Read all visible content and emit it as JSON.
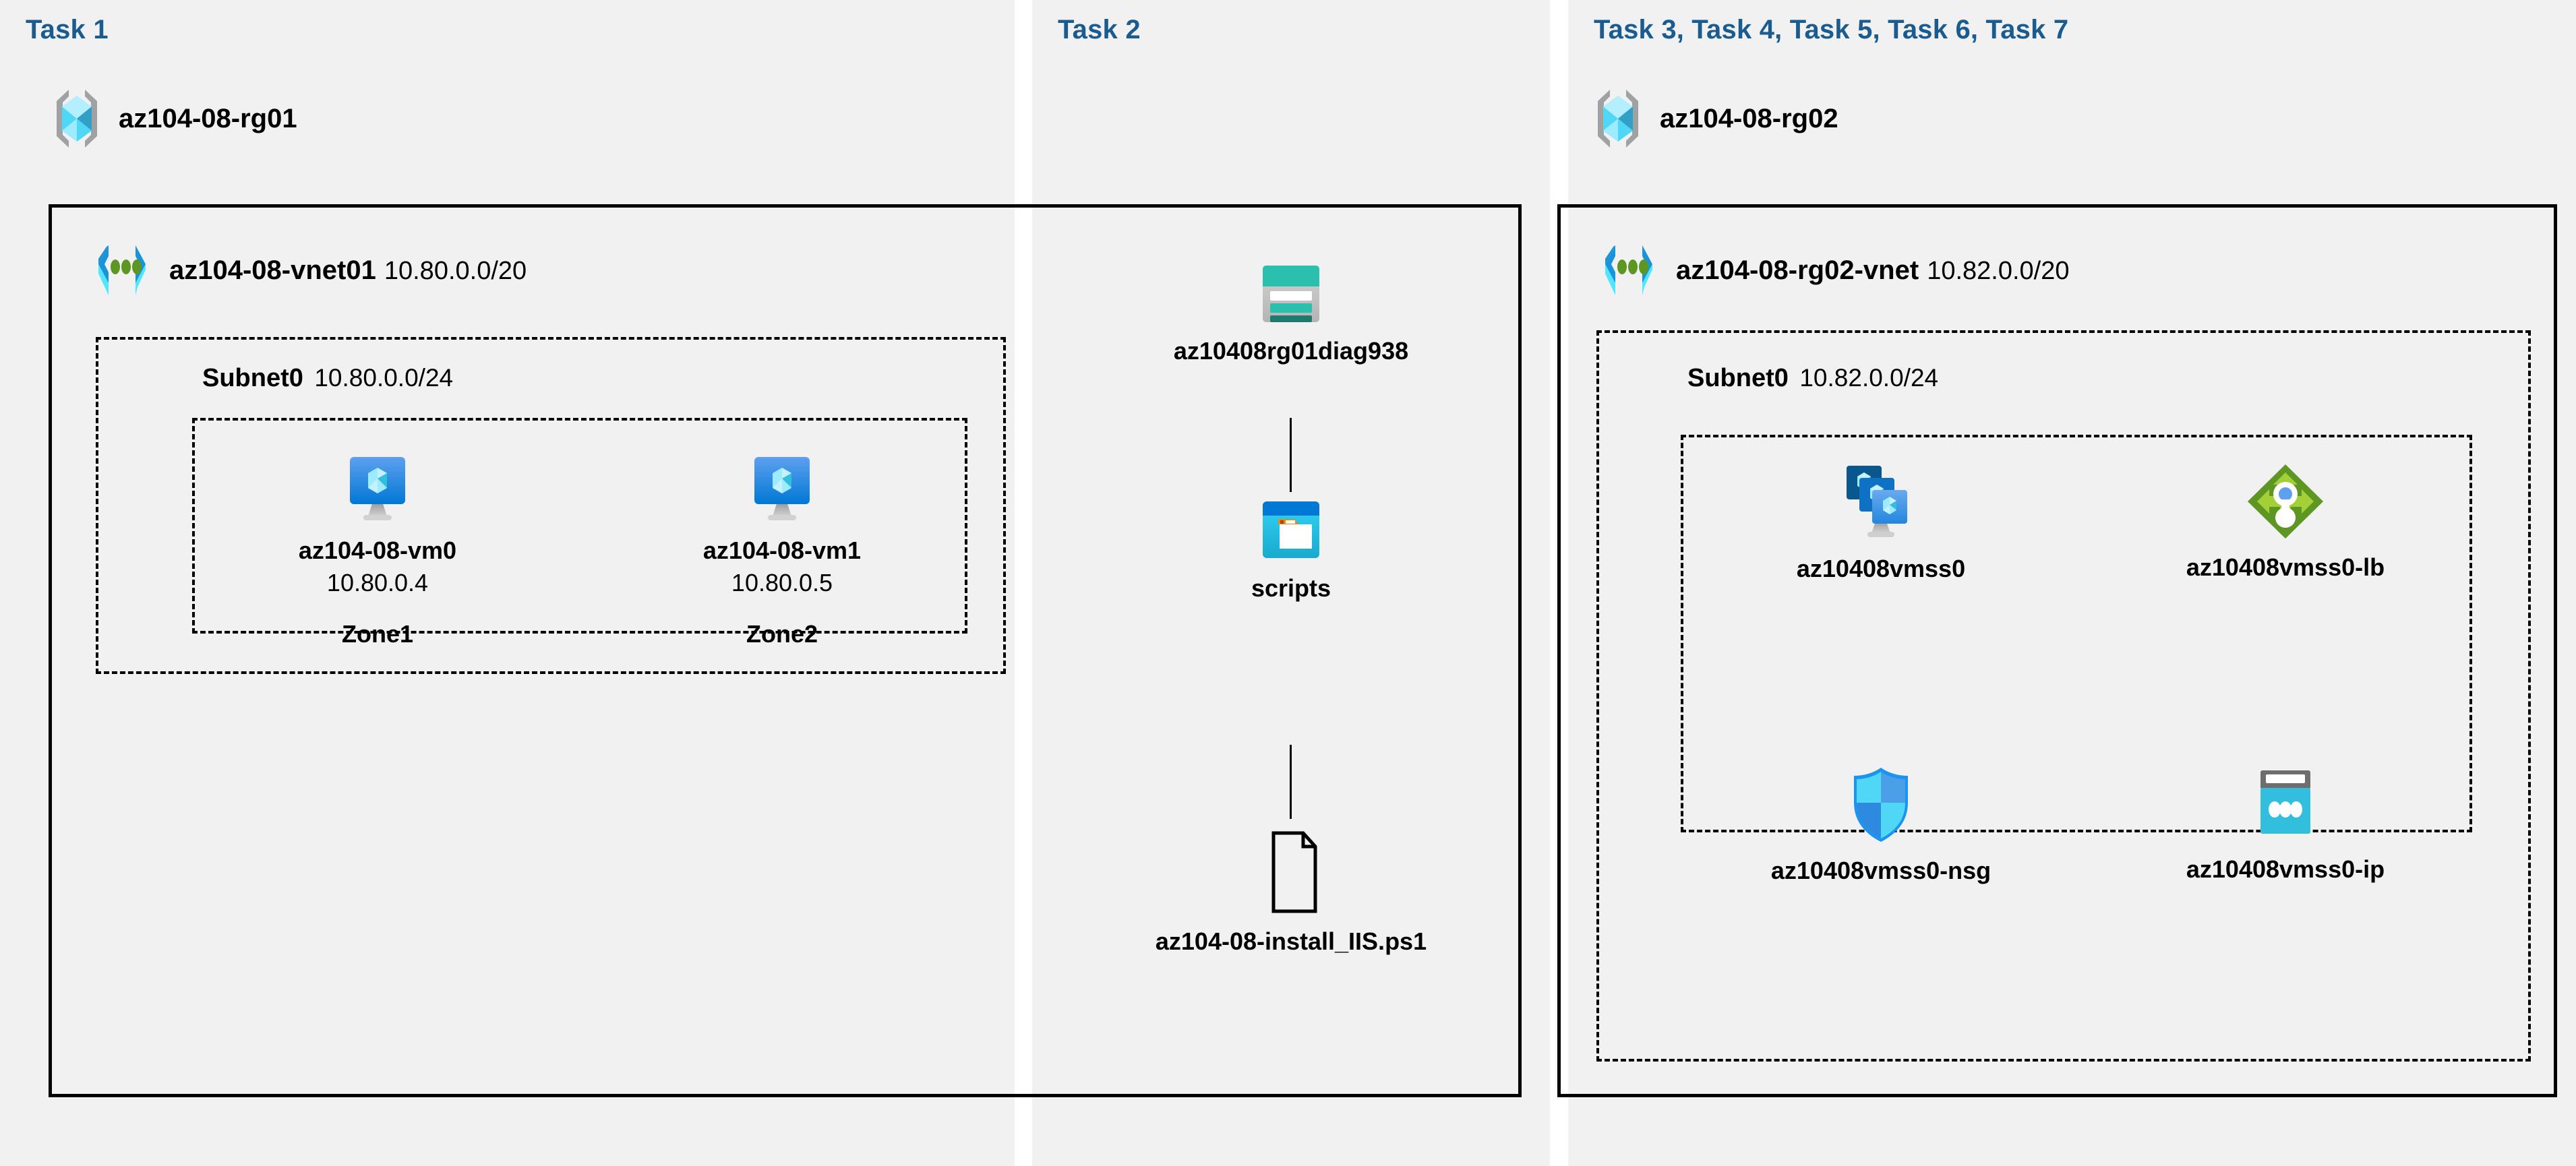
{
  "diagram": {
    "title": "Azure AZ-104-08 lab architecture",
    "background": "#ffffff",
    "panel_bg": "#f1f1f1",
    "task_label_color": "#1a5c8f"
  },
  "panels": [
    {
      "id": "task1",
      "task_label": "Task 1",
      "resource_group": {
        "name": "az104-08-rg01",
        "icon": "resource-group-icon"
      },
      "vnet": {
        "name": "az104-08-vnet01",
        "cidr": "10.80.0.0/20",
        "icon": "virtual-network-icon"
      },
      "subnet": {
        "name": "Subnet0",
        "cidr": "10.80.0.0/24"
      },
      "nodes": [
        {
          "icon": "virtual-machine-icon",
          "label": "az104-08-vm0",
          "ip": "10.80.0.4",
          "zone": "Zone1"
        },
        {
          "icon": "virtual-machine-icon",
          "label": "az104-08-vm1",
          "ip": "10.80.0.5",
          "zone": "Zone2"
        }
      ]
    },
    {
      "id": "task2",
      "task_label": "Task 2",
      "nodes": [
        {
          "icon": "storage-account-icon",
          "label": "az10408rg01diag938"
        },
        {
          "icon": "blob-container-icon",
          "label": "scripts"
        },
        {
          "icon": "file-icon",
          "label": "az104-08-install_IIS.ps1"
        }
      ]
    },
    {
      "id": "task3to7",
      "task_label": "Task 3, Task 4, Task 5, Task 6, Task 7",
      "resource_group": {
        "name": "az104-08-rg02",
        "icon": "resource-group-icon"
      },
      "vnet": {
        "name": "az104-08-rg02-vnet",
        "cidr": "10.82.0.0/20",
        "icon": "virtual-network-icon"
      },
      "subnet": {
        "name": "Subnet0",
        "cidr": "10.82.0.0/24"
      },
      "nodes": [
        {
          "icon": "vm-scale-set-icon",
          "label": "az10408vmss0"
        },
        {
          "icon": "load-balancer-icon",
          "label": "az10408vmss0-lb"
        },
        {
          "icon": "network-security-group-icon",
          "label": "az10408vmss0-nsg"
        },
        {
          "icon": "public-ip-address-icon",
          "label": "az10408vmss0-ip"
        }
      ]
    }
  ],
  "colors": {
    "azure_blue": "#0078d4",
    "cyan": "#32bedd",
    "light_cyan": "#9cebff",
    "teal": "#2bbfad",
    "dark_teal": "#1f7a6d",
    "green": "#5e9624",
    "light_green": "#a4d037",
    "gray": "#a0a1a2",
    "orange": "#f2870f"
  }
}
